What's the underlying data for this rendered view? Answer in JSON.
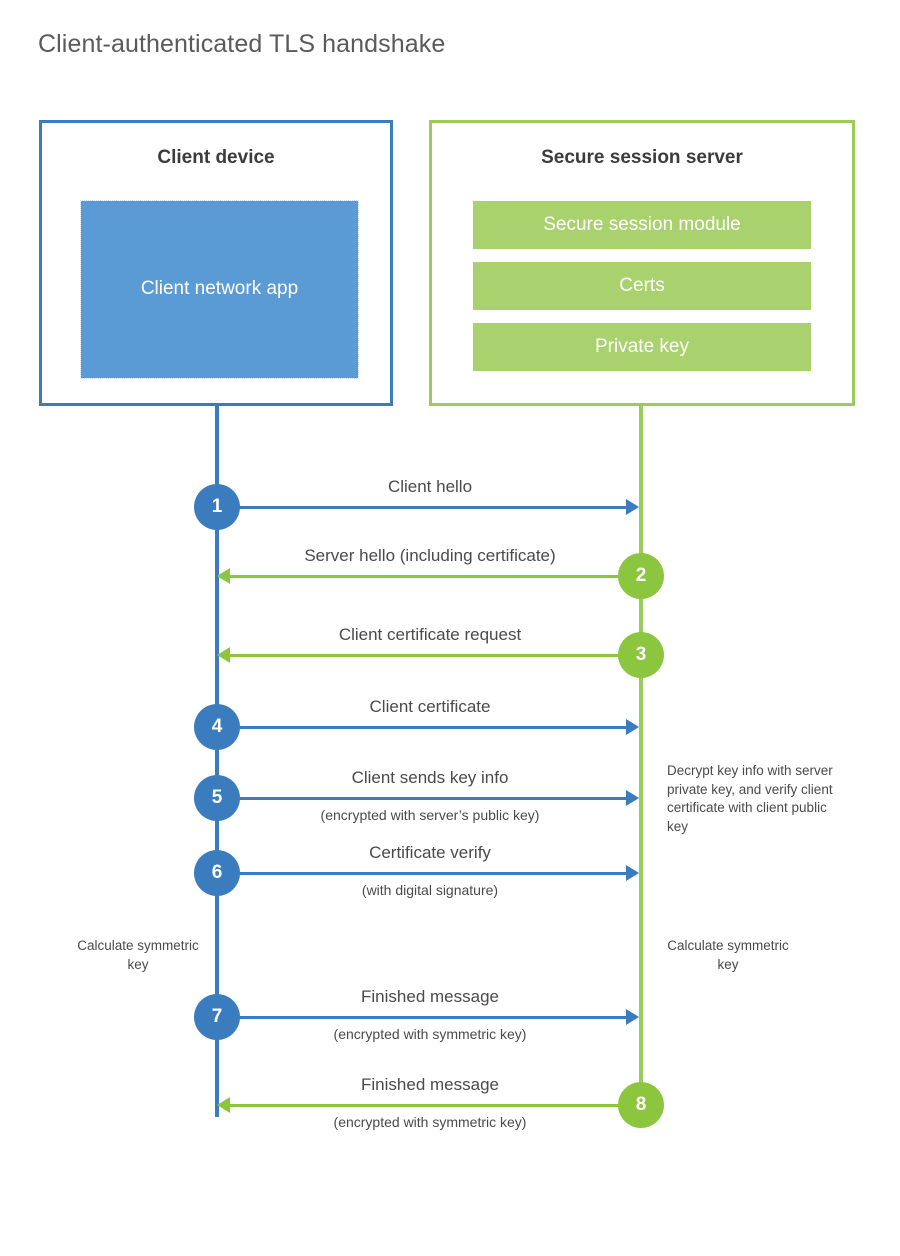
{
  "diagram": {
    "title": "Client-authenticated TLS handshake",
    "type": "sequence-diagram",
    "colors": {
      "client_accent": "#3a7cbe",
      "client_fill": "#5b9bd5",
      "server_accent": "#8cc63f",
      "server_border": "#9ccb5a",
      "server_fill": "#a9d26e",
      "text": "#4a4a4a",
      "background": "#ffffff"
    },
    "participants": [
      {
        "id": "client",
        "title": "Client device",
        "blocks": [
          {
            "label": "Client network app"
          }
        ]
      },
      {
        "id": "server",
        "title": "Secure session server",
        "blocks": [
          {
            "label": "Secure session module"
          },
          {
            "label": "Certs"
          },
          {
            "label": "Private key"
          }
        ]
      }
    ],
    "messages": [
      {
        "step": "1",
        "label": "Client hello",
        "sublabel": "",
        "direction": "client-to-server",
        "color": "blue"
      },
      {
        "step": "2",
        "label": "Server hello (including certificate)",
        "sublabel": "",
        "direction": "server-to-client",
        "color": "green"
      },
      {
        "step": "3",
        "label": "Client certificate request",
        "sublabel": "",
        "direction": "server-to-client",
        "color": "green"
      },
      {
        "step": "4",
        "label": "Client certificate",
        "sublabel": "",
        "direction": "client-to-server",
        "color": "blue"
      },
      {
        "step": "5",
        "label": "Client sends key info",
        "sublabel": "(encrypted with server’s public key)",
        "direction": "client-to-server",
        "color": "blue"
      },
      {
        "step": "6",
        "label": "Certificate verify",
        "sublabel": "(with digital signature)",
        "direction": "client-to-server",
        "color": "blue"
      },
      {
        "step": "7",
        "label": "Finished message",
        "sublabel": "(encrypted with symmetric key)",
        "direction": "client-to-server",
        "color": "blue"
      },
      {
        "step": "8",
        "label": "Finished message",
        "sublabel": "(encrypted with symmetric key)",
        "direction": "server-to-client",
        "color": "green"
      }
    ],
    "notes": {
      "server_decrypt": "Decrypt key info with server private key, and verify client certificate with client public key",
      "calculate_client": "Calculate symmetric key",
      "calculate_server": "Calculate symmetric key"
    }
  }
}
